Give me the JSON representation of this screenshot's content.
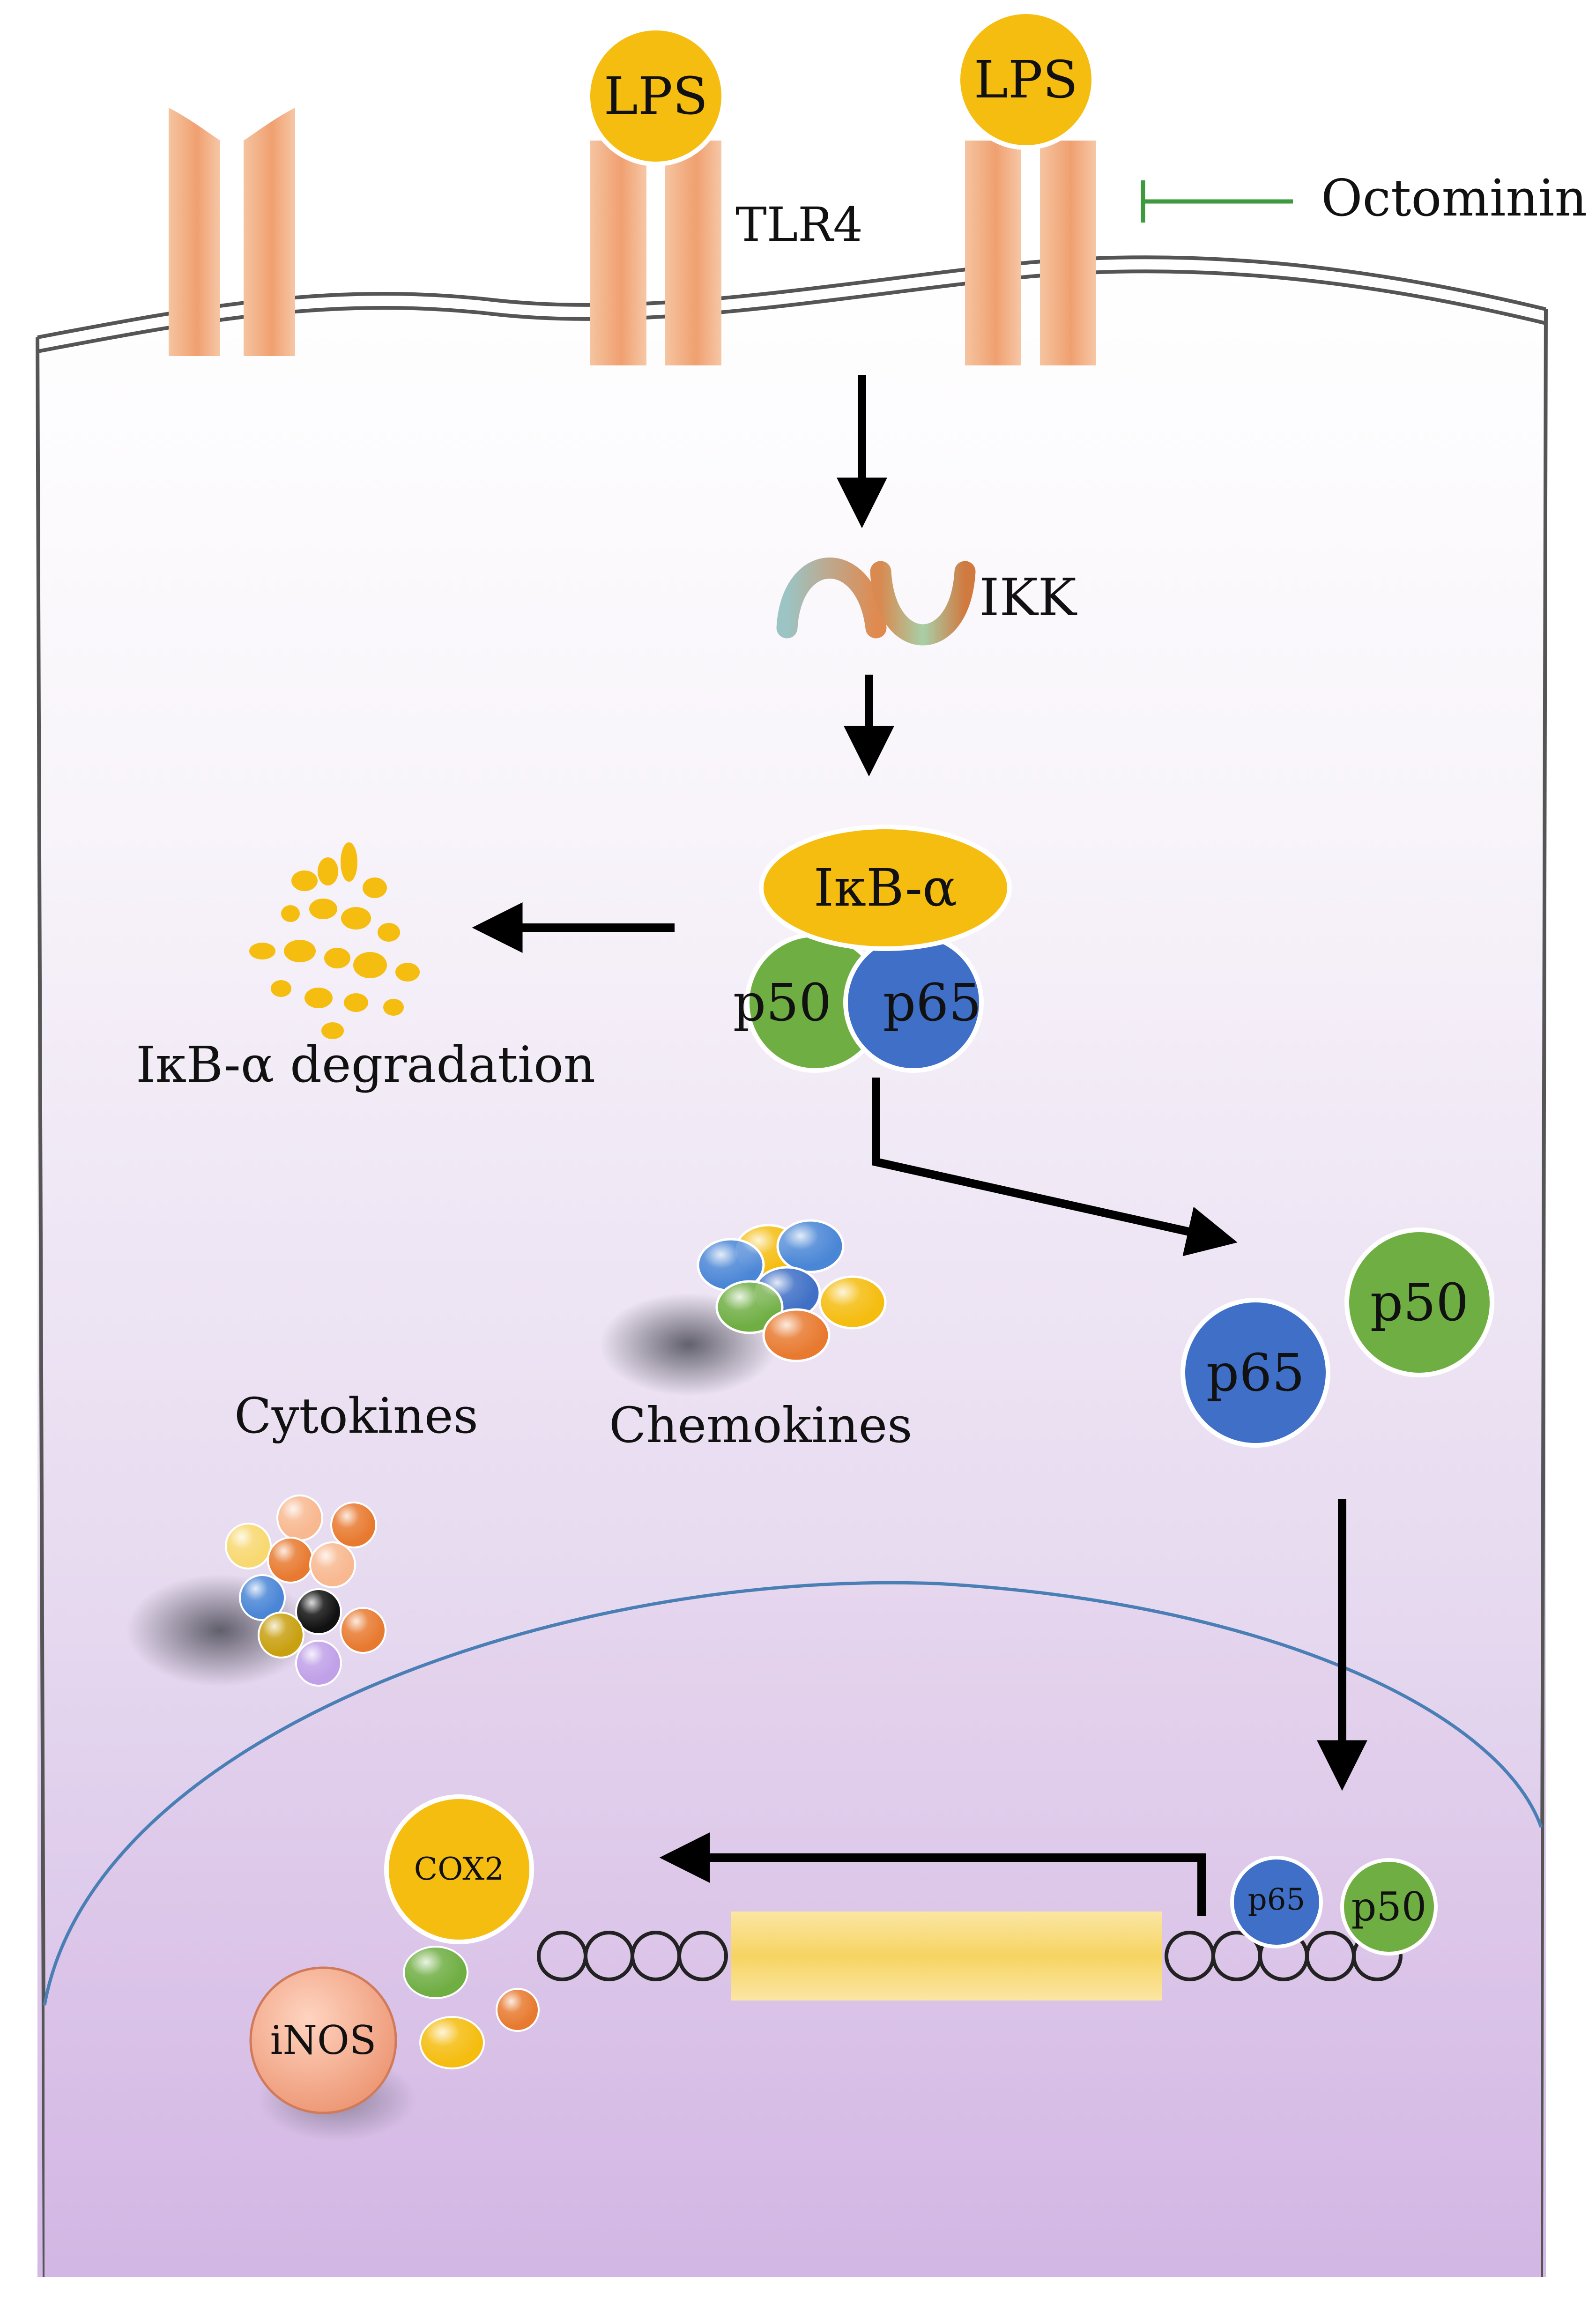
{
  "labels": {
    "lps_1": "LPS",
    "lps_2": "LPS",
    "tlr4": "TLR4",
    "octominin": "Octominin",
    "ikk": "IKK",
    "ikba": "IκB-α",
    "p50_complex": "p50",
    "p65_complex": "p65",
    "ikba_degradation": "IκB-α degradation",
    "p65_free": "p65",
    "p50_free": "p50",
    "chemokines": "Chemokines",
    "cytokines": "Cytokines",
    "cox2": "COX2",
    "inos": "iNOS",
    "p65_dna": "p65",
    "p50_dna": "p50"
  },
  "colors": {
    "lps": "#f5bd10",
    "receptor": "#f0a070",
    "cell_top": "#ffffff",
    "cell_bottom": "#d7bce8",
    "p50": "#6fae43",
    "p65": "#3f6fc6",
    "inhibition": "#3f9a3f",
    "gene": "#f8d870",
    "inos": "#f0a080"
  }
}
